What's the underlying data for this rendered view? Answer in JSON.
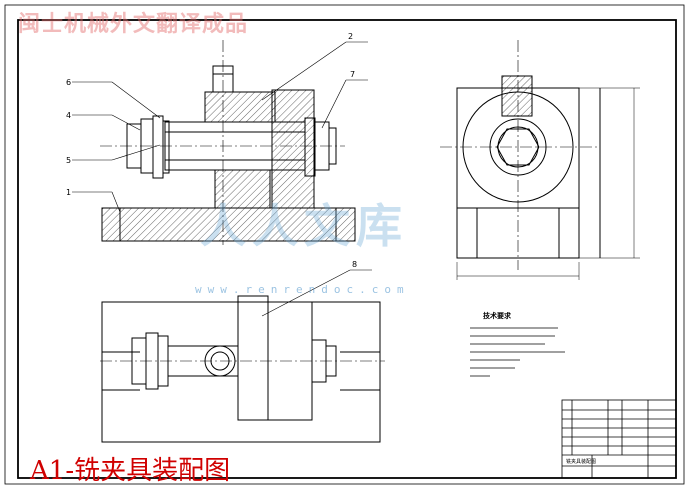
{
  "watermark_top": "闽士机械外文翻译成品",
  "caption": "A1-铣夹具装配图",
  "brand_watermark": "人人文库",
  "url_watermark": "www.renrendoc.com",
  "part_labels": [
    "6",
    "4",
    "5",
    "1",
    "2",
    "7",
    "8"
  ],
  "technical_requirements_title": "技术要求",
  "title_block_name": "铣夹具装配图",
  "colors": {
    "line": "#000000",
    "caption": "#d00000",
    "watermark": "#6aa9d6"
  }
}
